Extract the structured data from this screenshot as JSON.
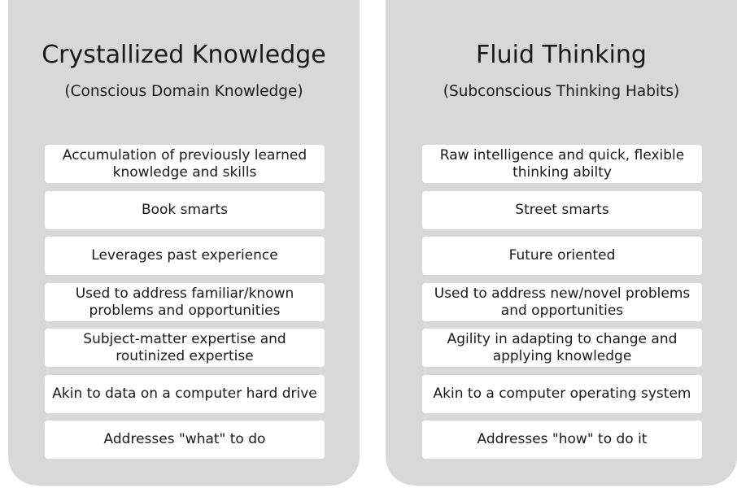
{
  "left_panel": {
    "title": "Crystallized Knowledge",
    "subtitle": "(Conscious Domain Knowledge)",
    "items": [
      "Accumulation of previously learned knowledge and skills",
      "Book smarts",
      "Leverages past experience",
      "Used to address familiar/known problems and opportunities",
      "Subject-matter expertise and routinized expertise",
      "Akin to data on a computer hard drive",
      "Addresses \"what\" to do"
    ]
  },
  "right_panel": {
    "title": "Fluid Thinking",
    "subtitle": "(Subconscious Thinking Habits)",
    "items": [
      "Raw intelligence and quick, flexible thinking abilty",
      "Street smarts",
      "Future oriented",
      "Used to address new/novel problems and opportunities",
      "Agility in adapting to change and applying knowledge",
      "Akin to a computer operating system",
      "Addresses \"how\" to do it"
    ]
  },
  "colors": {
    "panel_background": "#d8d8d8",
    "box_background": "#ffffff",
    "text": "#1a1a1a"
  }
}
